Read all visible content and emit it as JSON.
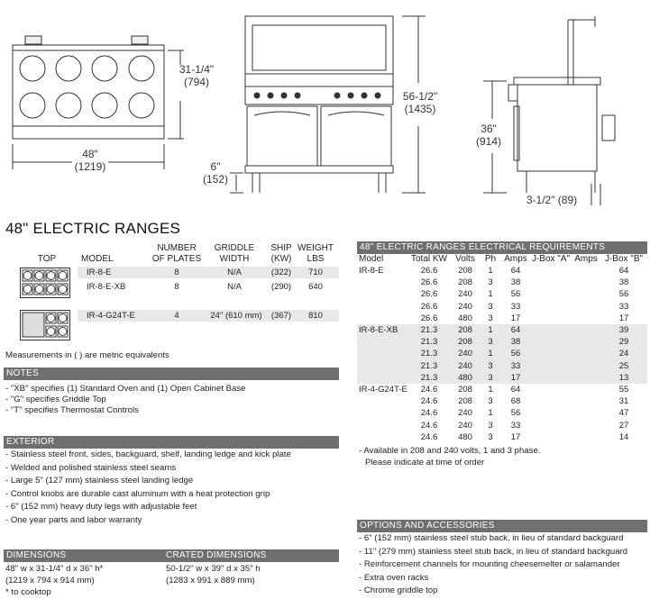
{
  "drawing": {
    "depth_dim": "31-1/4\"",
    "depth_mm": "(794)",
    "width_dim": "48\"",
    "width_mm": "(1219)",
    "height_dim": "56-1/2\"",
    "height_mm": "(1435)",
    "leg_dim": "6\"",
    "leg_mm": "(152)",
    "work_height_dim": "36\"",
    "work_height_mm": "(914)",
    "stub_dim": "3-1/2\" (89)"
  },
  "title": "48\" ELECTRIC RANGES",
  "models_table": {
    "headers": {
      "top": "TOP",
      "model": "MODEL",
      "plates_1": "NUMBER",
      "plates_2": "OF PLATES",
      "griddle_1": "GRIDDLE",
      "griddle_2": "WIDTH",
      "ship_1": "SHIP",
      "ship_2": "(KW)",
      "weight_1": "WEIGHT",
      "weight_2": "LBS"
    },
    "rows": [
      {
        "model": "IR-8-E",
        "plates": "8",
        "griddle": "N/A",
        "kw": "(322)",
        "lbs": "710"
      },
      {
        "model": "IR-8-E-XB",
        "plates": "8",
        "griddle": "N/A",
        "kw": "(290)",
        "lbs": "640"
      },
      {
        "model": "IR-4-G24T-E",
        "plates": "4",
        "griddle": "24\" (610 mm)",
        "kw": "(367)",
        "lbs": "810"
      }
    ],
    "note": "Measurements in ( ) are metric equivalents"
  },
  "notes": {
    "heading": "NOTES",
    "items": [
      "- \"XB\" specifies (1) Standard Oven and (1) Open Cabinet Base",
      "- \"G\" specifies Griddle Top",
      "- \"T\" specifies Thermostat Controls"
    ]
  },
  "exterior": {
    "heading": "EXTERIOR",
    "items": [
      "- Stainless steel front, sides, backguard, shelf, landing ledge and kick plate",
      "- Welded and polished stainless steel seams",
      "- Large 5\" (127 mm) stainless steel landing ledge",
      "- Control knobs are durable cast aluminum with a heat protection grip",
      "- 6\" (152 mm) heavy duty legs with adjustable feet",
      "- One year parts and labor warranty"
    ]
  },
  "dimensions": {
    "heading": "DIMENSIONS",
    "line1": "48\" w x 31-1/4\" d x 36\" h*",
    "line2": "(1219 x 794 x 914 mm)",
    "line3": "* to cooktop"
  },
  "crated": {
    "heading": "CRATED DIMENSIONS",
    "line1": "50-1/2\" w x 39\" d x 35\" h",
    "line2": "(1283 x 991 x 889 mm)"
  },
  "electrical": {
    "heading": "48\" ELECTRIC RANGES ELECTRICAL REQUIREMENTS",
    "headers": [
      "Model",
      "Total KW",
      "Volts",
      "Ph",
      "Amps",
      "J-Box \"A\"",
      "Amps",
      "J-Box \"B\""
    ],
    "groups": [
      {
        "model": "IR-8-E",
        "rows": [
          [
            "26.6",
            "208",
            "1",
            "64",
            "64"
          ],
          [
            "26.6",
            "208",
            "3",
            "38",
            "38"
          ],
          [
            "26.6",
            "240",
            "1",
            "56",
            "56"
          ],
          [
            "26.6",
            "240",
            "3",
            "33",
            "33"
          ],
          [
            "26.6",
            "480",
            "3",
            "17",
            "17"
          ]
        ]
      },
      {
        "model": "IR-8-E-XB",
        "rows": [
          [
            "21.3",
            "208",
            "1",
            "64",
            "39"
          ],
          [
            "21.3",
            "208",
            "3",
            "38",
            "29"
          ],
          [
            "21.3",
            "240",
            "1",
            "56",
            "24"
          ],
          [
            "21.3",
            "240",
            "3",
            "33",
            "25"
          ],
          [
            "21.3",
            "480",
            "3",
            "17",
            "13"
          ]
        ]
      },
      {
        "model": "IR-4-G24T-E",
        "rows": [
          [
            "24.6",
            "208",
            "1",
            "64",
            "55"
          ],
          [
            "24.6",
            "208",
            "3",
            "68",
            "31"
          ],
          [
            "24.6",
            "240",
            "1",
            "56",
            "47"
          ],
          [
            "24.6",
            "240",
            "3",
            "33",
            "27"
          ],
          [
            "24.6",
            "480",
            "3",
            "17",
            "14"
          ]
        ]
      }
    ],
    "availability_1": "- Available in 208 and 240 volts, 1 and 3 phase.",
    "availability_2": "Please indicate at time of order"
  },
  "options": {
    "heading": "OPTIONS AND ACCESSORIES",
    "items": [
      "- 6\" (152 mm) stainless steel stub back, in lieu of standard backguard",
      "- 11\" (279 mm) stainless steel stub back, in lieu of standard backguard",
      "- Reinforcement channels for mounting cheesemelter or salamander",
      "- Extra oven racks",
      "- Chrome griddle top"
    ]
  }
}
